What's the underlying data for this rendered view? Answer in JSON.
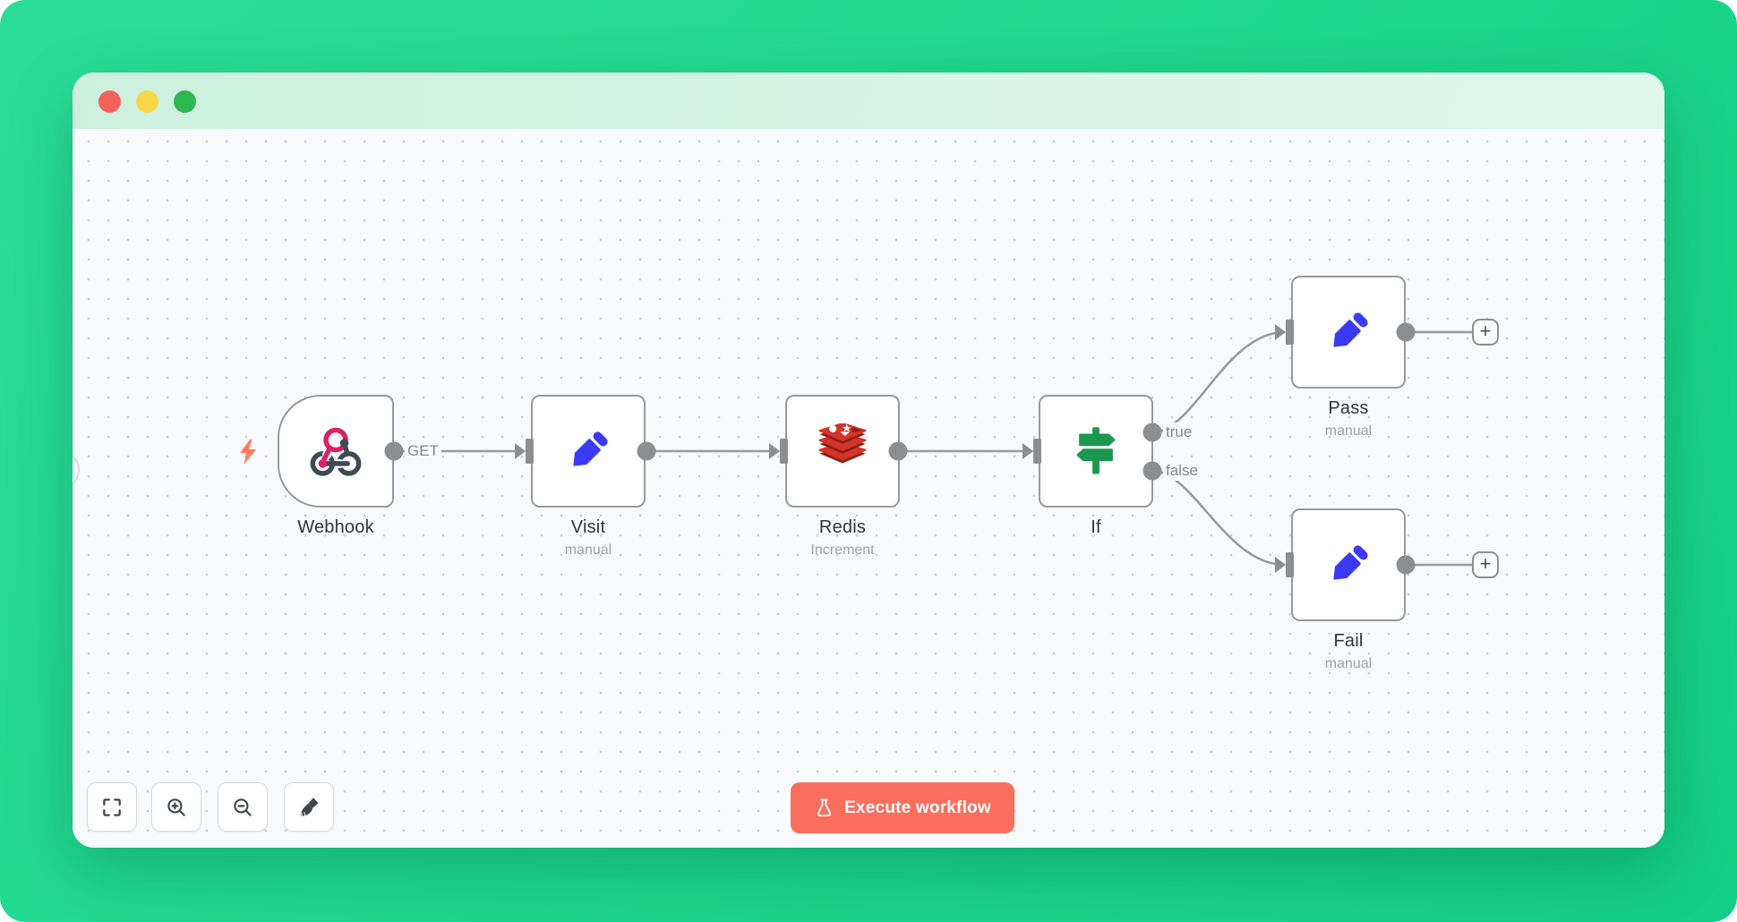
{
  "window": {
    "traffic_lights": [
      {
        "name": "close",
        "color": "#f2625a"
      },
      {
        "name": "minimize",
        "color": "#f7d747"
      },
      {
        "name": "zoom",
        "color": "#2fb750"
      }
    ],
    "titlebar_color": "#d5f3e5",
    "background_accent": "#1dd68e"
  },
  "canvas": {
    "nodes": [
      {
        "id": "webhook",
        "name": "Webhook",
        "subtitle": "",
        "icon": "webhook-icon",
        "type": "trigger"
      },
      {
        "id": "visit",
        "name": "Visit",
        "subtitle": "manual",
        "icon": "pencil-icon",
        "type": "action"
      },
      {
        "id": "redis",
        "name": "Redis",
        "subtitle": "Increment",
        "icon": "redis-icon",
        "type": "action"
      },
      {
        "id": "if",
        "name": "If",
        "subtitle": "",
        "icon": "signpost-icon",
        "type": "branch"
      },
      {
        "id": "pass",
        "name": "Pass",
        "subtitle": "manual",
        "icon": "pencil-icon",
        "type": "action"
      },
      {
        "id": "fail",
        "name": "Fail",
        "subtitle": "manual",
        "icon": "pencil-icon",
        "type": "action"
      }
    ],
    "wire_labels": {
      "webhook_method": "GET",
      "if_true": "true",
      "if_false": "false"
    },
    "add_node_label": "+",
    "wire_color": "#999a9e",
    "trigger_pin_icon": "lightning-bolt-icon"
  },
  "toolbar": {
    "buttons": [
      {
        "name": "zoom-to-fit",
        "icon": "corners-icon"
      },
      {
        "name": "zoom-in",
        "icon": "magnifier-plus-icon"
      },
      {
        "name": "zoom-out",
        "icon": "magnifier-minus-icon"
      },
      {
        "name": "tidy-up",
        "icon": "broom-icon"
      }
    ]
  },
  "execute": {
    "label": "Execute workflow",
    "icon": "flask-icon",
    "color": "#fa6e5d"
  }
}
